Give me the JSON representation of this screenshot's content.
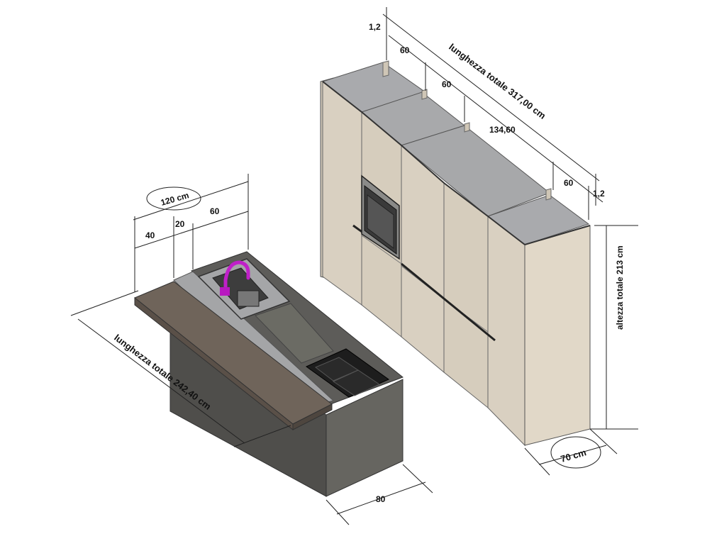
{
  "tall_units": {
    "total_length": "lunghezza totale 317,00 cm",
    "total_height": "altezza totale 213 cm",
    "depth": "70 cm",
    "segments": [
      "1,2",
      "60",
      "60",
      "134,60",
      "60",
      "1,2"
    ]
  },
  "island": {
    "total_length": "lunghezza totale 242,40 cm",
    "depth_total": "120 cm",
    "top_segments": [
      "40",
      "20",
      "60"
    ],
    "width": "80"
  },
  "colors": {
    "cabinet_front": "#d8cfc0",
    "worktop": "#a8a9ab",
    "island_body": "#5b5a57",
    "bar_top": "#6e6258",
    "tap": "#c020c8"
  }
}
